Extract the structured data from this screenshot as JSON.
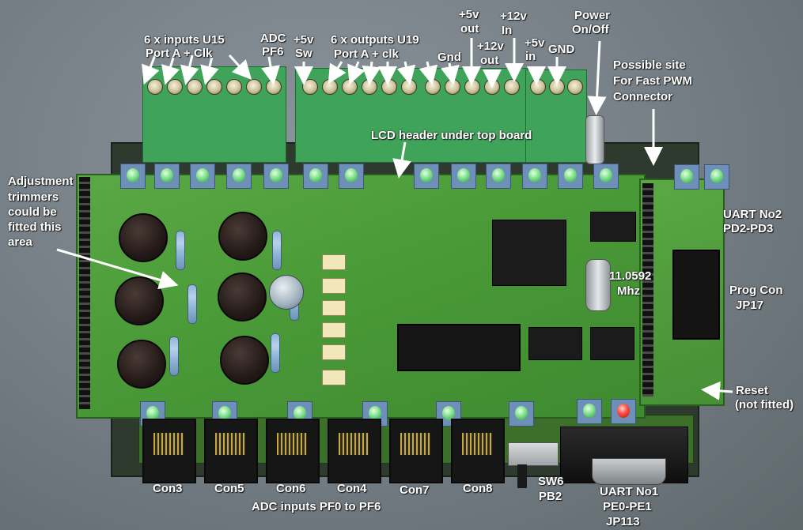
{
  "labels": {
    "inputs_u15": "6 x inputs U15",
    "port_a_clk": "Port A + Clk",
    "adc_pf6_1": "ADC",
    "adc_pf6_2": "PF6",
    "plus5v_sw_1": "+5v",
    "plus5v_sw_2": "Sw",
    "outputs_u19": "6 x outputs U19",
    "port_a_clk2": "Port A + clk",
    "gnd_1": "Gnd",
    "plus5v_out_1": "+5v",
    "plus5v_out_2": "out",
    "plus12v_out_1": "+12v",
    "plus12v_out_2": "out",
    "plus12v_in_1": "+12v",
    "plus12v_in_2": "In",
    "plus5v_in_1": "+5v",
    "plus5v_in_2": "in",
    "gnd_2": "GND",
    "power_1": "Power",
    "power_2": "On/Off",
    "fast_pwm_1": "Possible site",
    "fast_pwm_2": "For Fast PWM",
    "fast_pwm_3": "Connector",
    "lcd_header": "LCD header under top board",
    "adjust_1": "Adjustment",
    "adjust_2": "trimmers",
    "adjust_3": "could be",
    "adjust_4": "fitted this",
    "adjust_5": "area",
    "uart2_1": "UART No2",
    "uart2_2": "PD2-PD3",
    "crystal_1": "11.0592",
    "crystal_2": "Mhz",
    "prog_1": "Prog Con",
    "prog_2": "JP17",
    "reset_1": "Reset",
    "reset_2": "(not fitted)",
    "con3": "Con3",
    "con5": "Con5",
    "con6": "Con6",
    "con4": "Con4",
    "con7": "Con7",
    "con8": "Con8",
    "sw6_1": "SW6",
    "sw6_2": "PB2",
    "uart1_1": "UART No1",
    "uart1_2": "PE0-PE1",
    "uart1_3": "JP113",
    "adc_inputs": "ADC inputs PF0 to PF6"
  },
  "colors": {
    "pcb_green": "#4f9a3a",
    "terminal_green": "#3fa35a",
    "label_white": "#ffffff",
    "background_grey": "#737d83"
  }
}
